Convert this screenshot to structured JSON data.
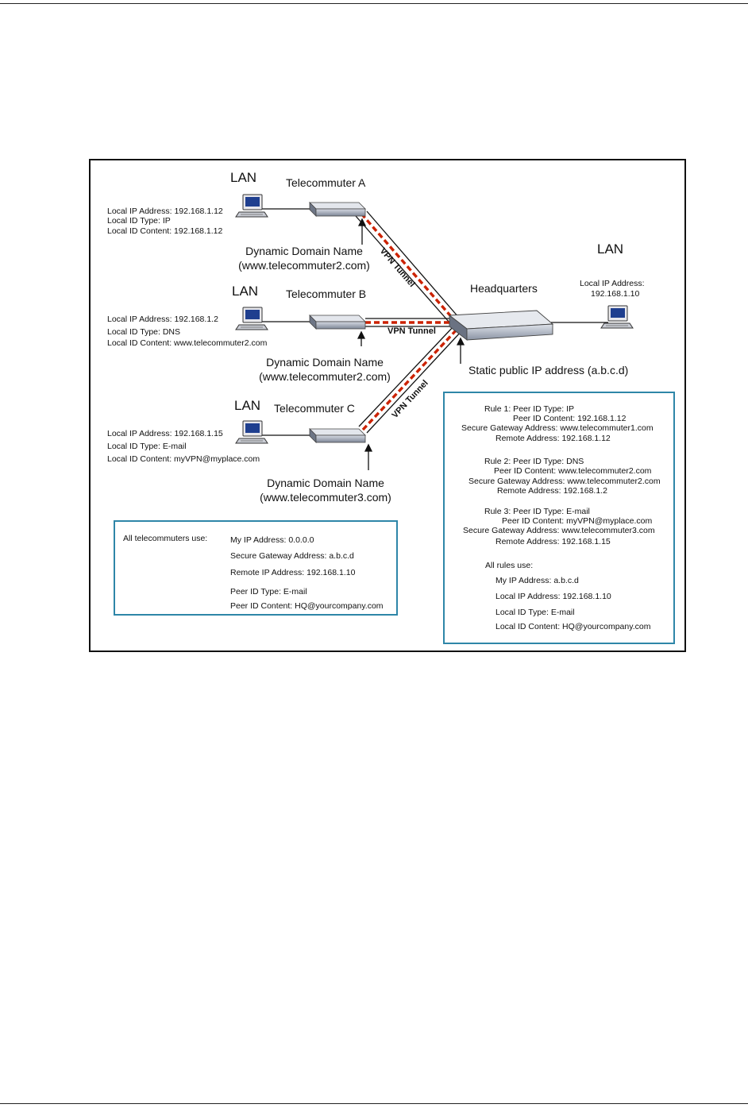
{
  "figure": {
    "telecommuter_a": {
      "lan": "LAN",
      "name": "Telecommuter A",
      "local_ip": "Local IP Address: 192.168.1.12",
      "local_id_type": "Local ID Type: IP",
      "local_id_content": "Local ID Content: 192.168.1.12",
      "ddn_line1": "Dynamic Domain Name",
      "ddn_line2": "(www.telecommuter2.com)"
    },
    "telecommuter_b": {
      "lan": "LAN",
      "name": "Telecommuter B",
      "local_ip": "Local IP Address: 192.168.1.2",
      "local_id_type": "Local ID Type: DNS",
      "local_id_content": "Local ID Content: www.telecommuter2.com",
      "ddn_line1": "Dynamic Domain Name",
      "ddn_line2": "(www.telecommuter2.com)"
    },
    "telecommuter_c": {
      "lan": "LAN",
      "name": "Telecommuter C",
      "local_ip": "Local IP Address: 192.168.1.15",
      "local_id_type": "Local ID Type: E-mail",
      "local_id_content": "Local ID Content: myVPN@myplace.com",
      "ddn_line1": "Dynamic Domain Name",
      "ddn_line2": "(www.telecommuter3.com)"
    },
    "headquarters": {
      "name": "Headquarters",
      "lan": "LAN",
      "local_ip_label": "Local IP Address:",
      "local_ip_value": "192.168.1.10",
      "static_ip": "Static public IP address (a.b.c.d)"
    },
    "tunnel_label": "VPN Tunnel",
    "telecommuters_box": {
      "heading": "All telecommuters use:",
      "my_ip": "My IP Address: 0.0.0.0",
      "secure_gateway": "Secure Gateway Address: a.b.c.d",
      "remote_ip": "Remote IP  Address: 192.168.1.10",
      "peer_id_type": "Peer  ID Type: E-mail",
      "peer_id_content": "Peer ID Content: HQ@yourcompany.com"
    },
    "rules_box": {
      "rule1": {
        "type": "Rule 1: Peer ID Type: IP",
        "content": "Peer ID Content: 192.168.1.12",
        "gateway": "Secure Gateway Address: www.telecommuter1.com",
        "remote": "Remote Address: 192.168.1.12"
      },
      "rule2": {
        "type": "Rule 2: Peer ID Type: DNS",
        "content": "Peer ID Content: www.telecommuter2.com",
        "gateway": "Secure Gateway Address: www.telecommuter2.com",
        "remote": "Remote Address: 192.168.1.2"
      },
      "rule3": {
        "type": "Rule 3: Peer ID Type: E-mail",
        "content": "Peer ID Content: myVPN@myplace.com",
        "gateway": "Secure Gateway Address: www.telecommuter3.com",
        "remote": "Remote Address: 192.168.1.15"
      },
      "all_rules": "All rules use:",
      "my_ip": "My IP Address: a.b.c.d",
      "local_ip": "Local IP Address: 192.168.1.10",
      "local_id_type": "Local ID Type: E-mail",
      "local_id_content": "Local ID Content: HQ@yourcompany.com"
    },
    "colors": {
      "tunnel_dash": "#cc2200",
      "box_border": "#2e86a8"
    }
  }
}
